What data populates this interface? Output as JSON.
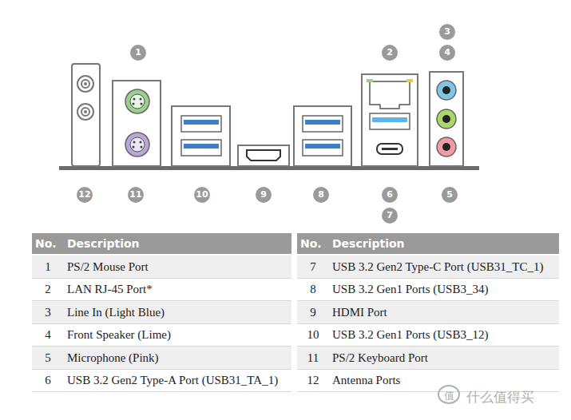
{
  "diagram": {
    "labels": [
      "1",
      "2",
      "3",
      "4",
      "12",
      "11",
      "10",
      "9",
      "8",
      "6",
      "7",
      "5",
      "No.",
      "Description",
      "No.",
      "Description",
      "1",
      "PS/2 Mouse Port",
      "7",
      "USB 3.2 Gen2 Type-C Port (USB31_TC_1)",
      "2",
      "LAN RJ-45 Port*",
      "8",
      "USB 3.2 Gen1 Ports (USB3_34)",
      "3",
      "Line In (Light Blue)",
      "9",
      "HDMI Port",
      "4",
      "Front Speaker (Lime)",
      "10",
      "USB 3.2 Gen1 Ports (USB3_12)",
      "5",
      "Microphone (Pink)",
      "11",
      "PS/2 Keyboard Port",
      "6",
      "USB 3.2 Gen2 Type-A Port (USB31_TA_1)",
      "12",
      "Antenna Ports",
      "值",
      "什么值得买"
    ]
  }
}
